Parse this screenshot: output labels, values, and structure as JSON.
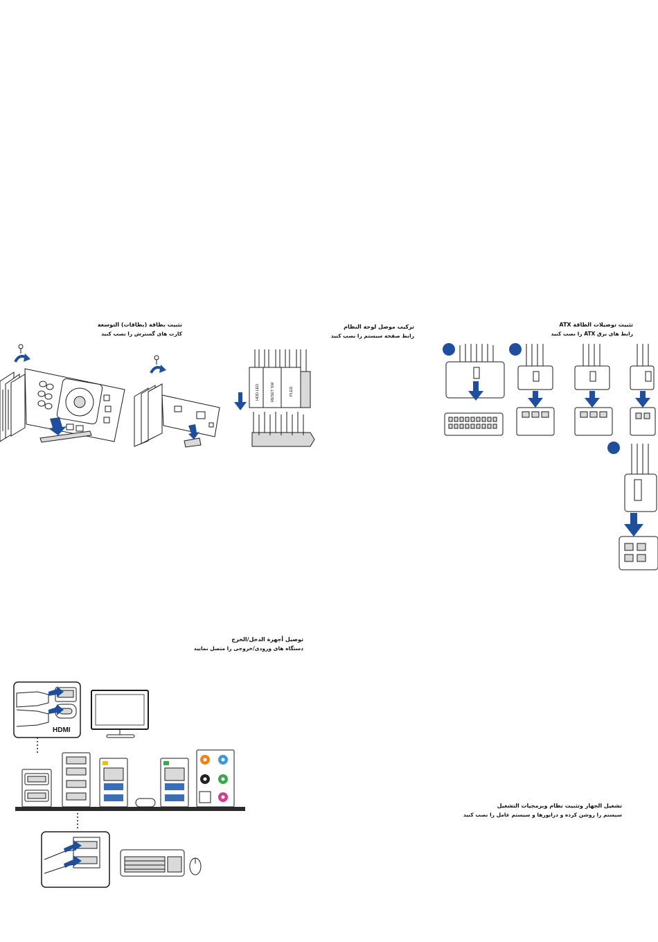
{
  "sections": {
    "expansion": {
      "title": "تثبيت بطاقة (بطاقات) التوسعة",
      "subtitle": "کارت های گسترش را نصب کنید"
    },
    "panel": {
      "title": "تركيب موصل لوحة النظام",
      "subtitle": "رابط صفحه سیستم را نصب کنید"
    },
    "power": {
      "title": "تثبيت توصيلات الطاقة ATX",
      "subtitle": "رابط های برق ATX را نصب کنید"
    },
    "io": {
      "title": "توصيل أجهزة الدخل/الخرج",
      "subtitle": "دستگاه های ورودی/خروجی را متصل نمایید"
    },
    "os": {
      "title": "تشغيل الجهاز وتثبيت نظام وبرمجيات التشغيل",
      "subtitle": "سیستم را روشن کرده و درایورها و سیستم عامل را نصب کنید"
    }
  },
  "panel_labels": [
    "HDD LED",
    "RESET SW",
    "PLED"
  ],
  "hdmi_label": "HDMI",
  "colors": {
    "arrow": "#1f4e9c",
    "io_bar": "#2b2b2b",
    "audio_orange": "#e8841a",
    "audio_blue": "#3a9ad9",
    "audio_green": "#3aa84a",
    "audio_pink": "#d63a8c"
  }
}
